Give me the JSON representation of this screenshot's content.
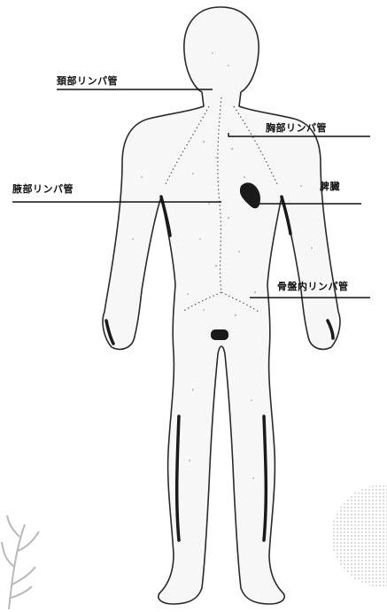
{
  "labels": {
    "neck_lymph": "頚部リンパ管",
    "chest_lymph": "胸部リンパ管",
    "axillary_lymph": "腋部リンパ管",
    "spleen": "脾臓",
    "pelvic_lymph": "骨盤内リンパ管"
  },
  "colors": {
    "ink": "#111111",
    "body_fill": "#f7f7f7",
    "body_outline": "#2a2a2a",
    "organ": "#1a1a1a",
    "vessel": "#555555",
    "texture": "#bdbdbd"
  }
}
